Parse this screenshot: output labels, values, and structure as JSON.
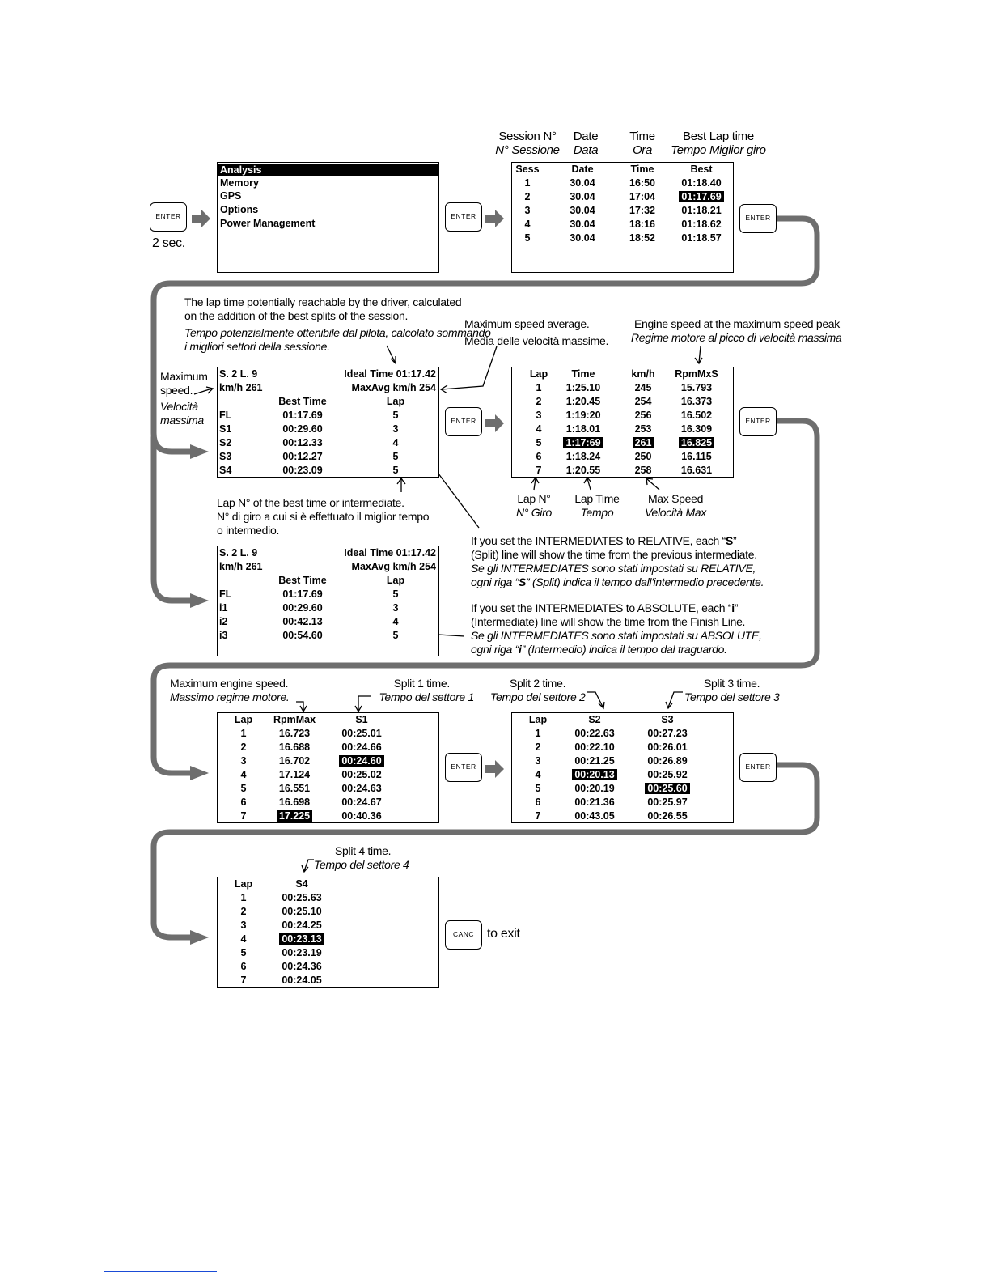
{
  "keys": {
    "enter": "ENTER",
    "canc": "CANC",
    "hold_note": "2 sec.",
    "exit_note": "to exit"
  },
  "menu": {
    "items": [
      "Analysis",
      "Memory",
      "GPS",
      "Options",
      "Power Management"
    ],
    "selected": 0
  },
  "sessions_header_notes": {
    "sess_en": "Session N°",
    "sess_it": "N° Sessione",
    "date_en": "Date",
    "date_it": "Data",
    "time_en": "Time",
    "time_it": "Ora",
    "best_en": "Best Lap time",
    "best_it": "Tempo Miglior giro"
  },
  "sessions": {
    "headers": [
      "Sess",
      "Date",
      "Time",
      "Best"
    ],
    "rows": [
      [
        "1",
        "30.04",
        "16:50",
        "01:18.40"
      ],
      [
        "2",
        "30.04",
        "17:04",
        "01:17.69"
      ],
      [
        "3",
        "30.04",
        "17:32",
        "01:18.21"
      ],
      [
        "4",
        "30.04",
        "18:16",
        "01:18.62"
      ],
      [
        "5",
        "30.04",
        "18:52",
        "01:18.57"
      ]
    ],
    "highlight": {
      "row": 1,
      "col": 3
    }
  },
  "notes": {
    "ideal_en_1": "The lap time potentially reachable by the driver, calculated",
    "ideal_en_2": "on the addition of the best splits of the session.",
    "ideal_it_1": "Tempo potenzialmente ottenibile dal pilota, calcolato sommando",
    "ideal_it_2": "i migliori settori della sessione.",
    "maxavg_en": "Maximum speed average.",
    "maxavg_it": "Media delle velocità massime.",
    "rpm_en": "Engine speed at the maximum speed peak",
    "rpm_it": "Regime motore al picco di velocità massima",
    "maxspeed_en_1": "Maximum",
    "maxspeed_en_2": "speed.",
    "maxspeed_it_1": "Velocità",
    "maxspeed_it_2": "massima",
    "lapn_en": "Lap N° of the best time or intermediate.",
    "lapn_it_1": "N° di giro a cui si è effettuato il miglior tempo",
    "lapn_it_2": "o intermedio.",
    "lapno_en": "Lap N°",
    "lapno_it": "N° Giro",
    "laptime_en": "Lap Time",
    "laptime_it": "Tempo",
    "maxsp_en": "Max Speed",
    "maxsp_it": "Velocità Max",
    "rel_1_a": "If you set the INTERMEDIATES to RELATIVE, each “",
    "rel_1_b": "S",
    "rel_1_c": "”",
    "rel_2": "(Split) line will show the time from the previous intermediate.",
    "rel_3": "Se gli INTERMEDIATES sono stati impostati su RELATIVE,",
    "rel_4_a": "ogni riga “",
    "rel_4_b": "S",
    "rel_4_c": "” (Split) indica il tempo dall'intermedio precedente.",
    "abs_1_a": "If you set the INTERMEDIATES to ABSOLUTE, each “",
    "abs_1_b": "i",
    "abs_1_c": "”",
    "abs_2": "(Intermediate) line will show the time from the Finish Line.",
    "abs_3": "Se gli INTERMEDIATES sono stati impostati su ABSOLUTE,",
    "abs_4_a": "ogni riga “",
    "abs_4_b": "i",
    "abs_4_c": "” (Intermedio) indica il tempo dal traguardo.",
    "rpmmax_en": "Maximum engine speed.",
    "rpmmax_it": "Massimo regime motore.",
    "s1_en": "Split 1 time.",
    "s1_it": "Tempo del settore 1",
    "s2_en": "Split 2 time.",
    "s2_it": "Tempo del settore 2",
    "s3_en": "Split 3 time.",
    "s3_it": "Tempo del settore 3",
    "s4_en": "Split 4 time.",
    "s4_it": "Tempo del settore 4"
  },
  "best_rel": {
    "header_left": "S. 2    L. 9",
    "header_right": "Ideal Time 01:17.42",
    "speed_left": "km/h 261",
    "speed_right": "MaxAvg km/h 254",
    "col_best": "Best Time",
    "col_lap": "Lap",
    "rows": [
      [
        "FL",
        "01:17.69",
        "5"
      ],
      [
        "S1",
        "00:29.60",
        "3"
      ],
      [
        "S2",
        "00:12.33",
        "4"
      ],
      [
        "S3",
        "00:12.27",
        "5"
      ],
      [
        "S4",
        "00:23.09",
        "5"
      ]
    ]
  },
  "best_abs": {
    "header_left": "S. 2    L. 9",
    "header_right": "Ideal Time 01:17.42",
    "speed_left": "km/h 261",
    "speed_right": "MaxAvg km/h 254",
    "col_best": "Best Time",
    "col_lap": "Lap",
    "rows": [
      [
        "FL",
        "01:17.69",
        "5"
      ],
      [
        "i1",
        "00:29.60",
        "3"
      ],
      [
        "i2",
        "00:42.13",
        "4"
      ],
      [
        "i3",
        "00:54.60",
        "5"
      ]
    ]
  },
  "laps": {
    "headers": [
      "Lap",
      "Time",
      "km/h",
      "RpmMxS"
    ],
    "rows": [
      [
        "1",
        "1:25.10",
        "245",
        "15.793"
      ],
      [
        "2",
        "1:20.45",
        "254",
        "16.373"
      ],
      [
        "3",
        "1:19:20",
        "256",
        "16.502"
      ],
      [
        "4",
        "1:18.01",
        "253",
        "16.309"
      ],
      [
        "5",
        "1:17:69",
        "261",
        "16.825"
      ],
      [
        "6",
        "1:18.24",
        "250",
        "16.115"
      ],
      [
        "7",
        "1:20.55",
        "258",
        "16.631"
      ]
    ],
    "highlight_row": 4
  },
  "rpm_s1": {
    "headers": [
      "Lap",
      "RpmMax",
      "S1"
    ],
    "rows": [
      [
        "1",
        "16.723",
        "00:25.01"
      ],
      [
        "2",
        "16.688",
        "00:24.66"
      ],
      [
        "3",
        "16.702",
        "00:24.60"
      ],
      [
        "4",
        "17.124",
        "00:25.02"
      ],
      [
        "5",
        "16.551",
        "00:24.63"
      ],
      [
        "6",
        "16.698",
        "00:24.67"
      ],
      [
        "7",
        "17.225",
        "00:40.36"
      ]
    ],
    "highlights": [
      [
        2,
        2
      ],
      [
        6,
        1
      ]
    ]
  },
  "s2_s3": {
    "headers": [
      "Lap",
      "S2",
      "S3"
    ],
    "rows": [
      [
        "1",
        "00:22.63",
        "00:27.23"
      ],
      [
        "2",
        "00:22.10",
        "00:26.01"
      ],
      [
        "3",
        "00:21.25",
        "00:26.89"
      ],
      [
        "4",
        "00:20.13",
        "00:25.92"
      ],
      [
        "5",
        "00:20.19",
        "00:25.60"
      ],
      [
        "6",
        "00:21.36",
        "00:25.97"
      ],
      [
        "7",
        "00:43.05",
        "00:26.55"
      ]
    ],
    "highlights": [
      [
        3,
        1
      ],
      [
        4,
        2
      ]
    ]
  },
  "s4": {
    "headers": [
      "Lap",
      "S4"
    ],
    "rows": [
      [
        "1",
        "00:25.63"
      ],
      [
        "2",
        "00:25.10"
      ],
      [
        "3",
        "00:24.25"
      ],
      [
        "4",
        "00:23.13"
      ],
      [
        "5",
        "00:23.19"
      ],
      [
        "6",
        "00:24.36"
      ],
      [
        "7",
        "00:24.05"
      ]
    ],
    "highlight_row": 3
  }
}
